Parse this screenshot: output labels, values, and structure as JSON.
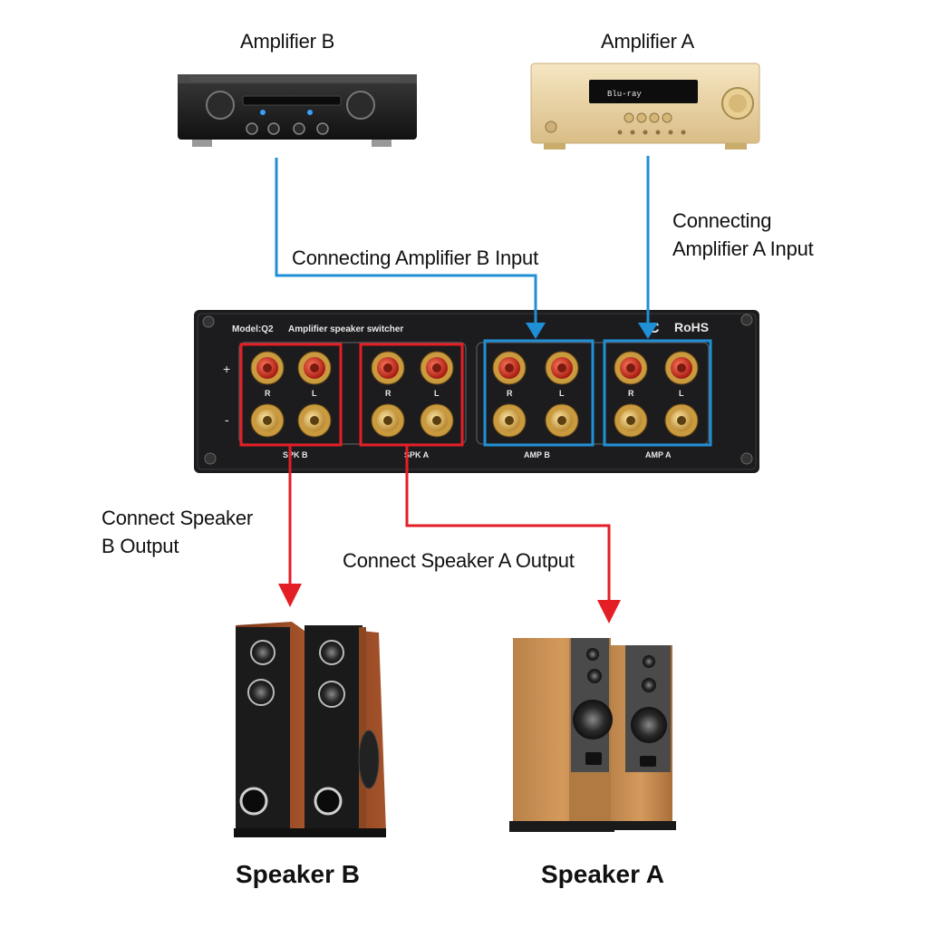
{
  "labels": {
    "amplifier_b": "Amplifier B",
    "amplifier_a": "Amplifier A",
    "connecting_b": "Connecting Amplifier B Input",
    "connecting_a_line1": "Connecting",
    "connecting_a_line2": "Amplifier A Input",
    "connect_spk_b_line1": "Connect Speaker",
    "connect_spk_b_line2": "B Output",
    "connect_spk_a": "Connect Speaker A Output",
    "speaker_b": "Speaker B",
    "speaker_a": "Speaker A"
  },
  "switcher": {
    "model": "Model:Q2",
    "name": "Amplifier speaker switcher",
    "rohs": "RoHS",
    "plus": "+",
    "minus": "-",
    "groups": [
      "SPK B",
      "SPK A",
      "AMP B",
      "AMP A"
    ],
    "channel_r": "R",
    "channel_l": "L"
  },
  "amp_a_display": "Blu-ray",
  "colors": {
    "input_arrow": "#1f8fd6",
    "output_arrow": "#e41e25",
    "panel": "#1c1c1e"
  }
}
